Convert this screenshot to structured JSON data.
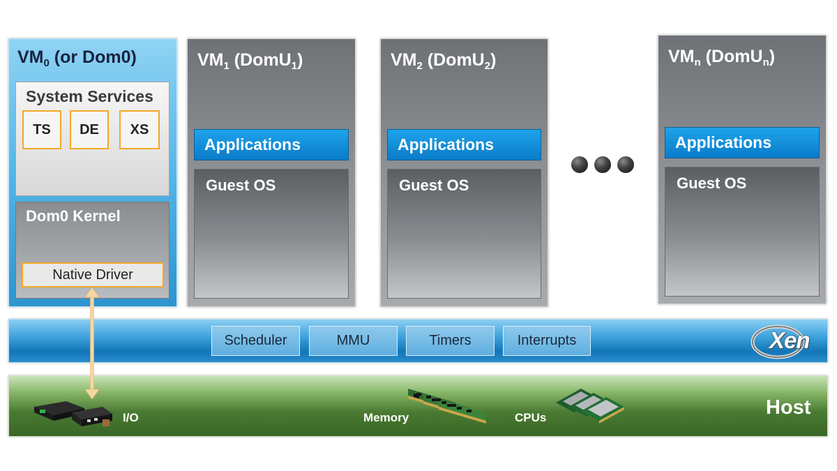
{
  "dom0": {
    "title": "VM",
    "title_sub": "0",
    "title_suffix": " (or Dom0)",
    "system_services": {
      "title": "System Services",
      "items": [
        "TS",
        "DE",
        "XS"
      ]
    },
    "kernel": {
      "title": "Dom0 Kernel",
      "driver": "Native Driver"
    }
  },
  "guest_vms": [
    {
      "title": "VM",
      "title_sub": "1",
      "title_mid": " (DomU",
      "title_sub2": "1",
      "title_end": ")",
      "applications": "Applications",
      "guest_os": "Guest OS"
    },
    {
      "title": "VM",
      "title_sub": "2",
      "title_mid": " (DomU",
      "title_sub2": "2",
      "title_end": ")",
      "applications": "Applications",
      "guest_os": "Guest OS"
    },
    {
      "title": "VM",
      "title_sub": "n",
      "title_mid": " (DomU",
      "title_sub2": "n",
      "title_end": ")",
      "applications": "Applications",
      "guest_os": "Guest OS"
    }
  ],
  "xen": {
    "components": [
      "Scheduler",
      "MMU",
      "Timers",
      "Interrupts"
    ],
    "logo": "Xen"
  },
  "host": {
    "title": "Host",
    "labels": {
      "io": "I/O",
      "memory": "Memory",
      "cpus": "CPUs"
    }
  },
  "colors": {
    "dom0_blue": "#4fb3e6",
    "apps_blue": "#0a7cc9",
    "accent_orange": "#f4a826",
    "host_green": "#4a7a32",
    "xen_blue": "#1276b8"
  }
}
